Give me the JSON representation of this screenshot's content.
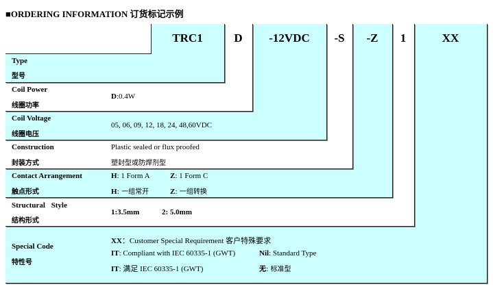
{
  "title": "■ORDERING INFORMATION 订货标记示例",
  "codes": [
    "TRC1",
    "D",
    "-12VDC",
    "-S",
    "-Z",
    "1",
    "XX"
  ],
  "rows": [
    {
      "en": "Type",
      "cn": "型号"
    },
    {
      "en": "Coil Power",
      "cn": "线圈功率",
      "v1b": "D",
      "v1": ":0.4W"
    },
    {
      "en": "Coil Voltage",
      "cn": "线圈电压",
      "v1": "05, 06, 09, 12, 18, 24, 48,60VDC"
    },
    {
      "en": "Construction",
      "cn": "封装方式",
      "v1": "Plastic sealed or flux proofed",
      "v2": "塑封型或防焊剂型"
    },
    {
      "en": "Contact Arrangement",
      "cn": "触点形式",
      "a1b": "H",
      "a1": ": 1 Form A",
      "a2b": "Z",
      "a2": ": 1 Form C",
      "a3b": "H",
      "a3": ":  一组常开",
      "a4b": "Z",
      "a4": ":  一组转换"
    },
    {
      "en": "Structural   Style",
      "cn": "结构形式",
      "s1": "1:3.5mm",
      "s2": "2: 5.0mm"
    },
    {
      "en": "Special Code",
      "cn": "特性号",
      "l1b": "XX",
      "l1": "：Customer Special Requirement     客户特殊要求",
      "l2b": "IT",
      "l2": ": Compliant with IEC 60335-1 (GWT)",
      "l2cb": "Nil",
      "l2c": ": Standard Type",
      "l3b": "IT",
      "l3": ":  满足 IEC 60335-1 (GWT)",
      "l3cb": "无",
      "l3c": ":  标准型"
    }
  ]
}
